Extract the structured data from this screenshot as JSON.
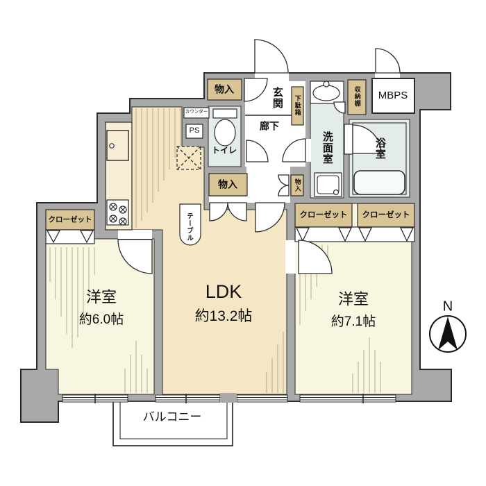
{
  "floorplan": {
    "rooms": {
      "ldk": {
        "name": "LDK",
        "area": "約13.2帖"
      },
      "bedroom_left": {
        "name": "洋室",
        "area": "約6.0帖"
      },
      "bedroom_right": {
        "name": "洋室",
        "area": "約7.1帖"
      },
      "entrance": "玄関",
      "hallway": "廊下",
      "toilet": "トイレ",
      "washroom": "洗面室",
      "bathroom": "浴室",
      "balcony": "バルコニー",
      "meter_box": "MBPS"
    },
    "storage": {
      "closet": "クローゼット",
      "storage": "物入",
      "shoe_cabinet": "下駄箱",
      "shelf": "収納棚"
    },
    "fixtures": {
      "counter": "カウンター",
      "pipe_space": "PS",
      "table": "テーブル"
    },
    "compass": {
      "north": "N"
    },
    "colors": {
      "wall": "#a9a9a9",
      "ldk": "#f5e6c5",
      "bedroom": "#f8f5e0",
      "wet": "#e3ece9",
      "tan": "#d8c495"
    }
  }
}
